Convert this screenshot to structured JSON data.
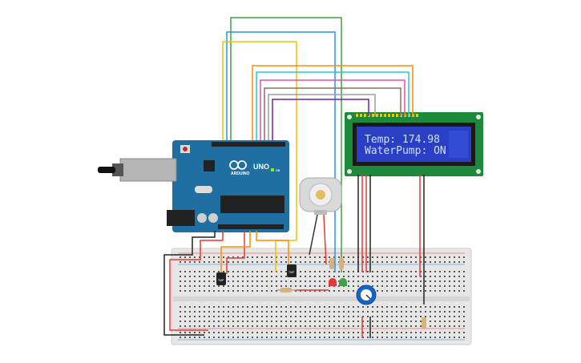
{
  "lcd": {
    "line1": "Temp: 174.98",
    "line2": "WaterPump: ON"
  },
  "arduino": {
    "brand": "ARDUINO",
    "model": "UNO",
    "on_label": "ON"
  },
  "sensors": {
    "temp1_label": "TMP",
    "temp2_label": "TMP"
  },
  "colors": {
    "arduino_blue": "#1f6fa3",
    "breadboard": "#e6e6e6",
    "lcd_board": "#1c8a3a",
    "lcd_screen": "#2b3fc4",
    "wire_red": "#e53935",
    "wire_black": "#222222",
    "wire_green": "#43a047",
    "wire_blue": "#2196f3",
    "wire_yellow": "#f2c200",
    "wire_orange": "#ff8c00",
    "wire_purple": "#7b1fa2",
    "wire_pink": "#e84fa0",
    "wire_brown": "#8d6e63",
    "wire_gray": "#9e9e9e",
    "wire_cyan": "#26c6da"
  }
}
